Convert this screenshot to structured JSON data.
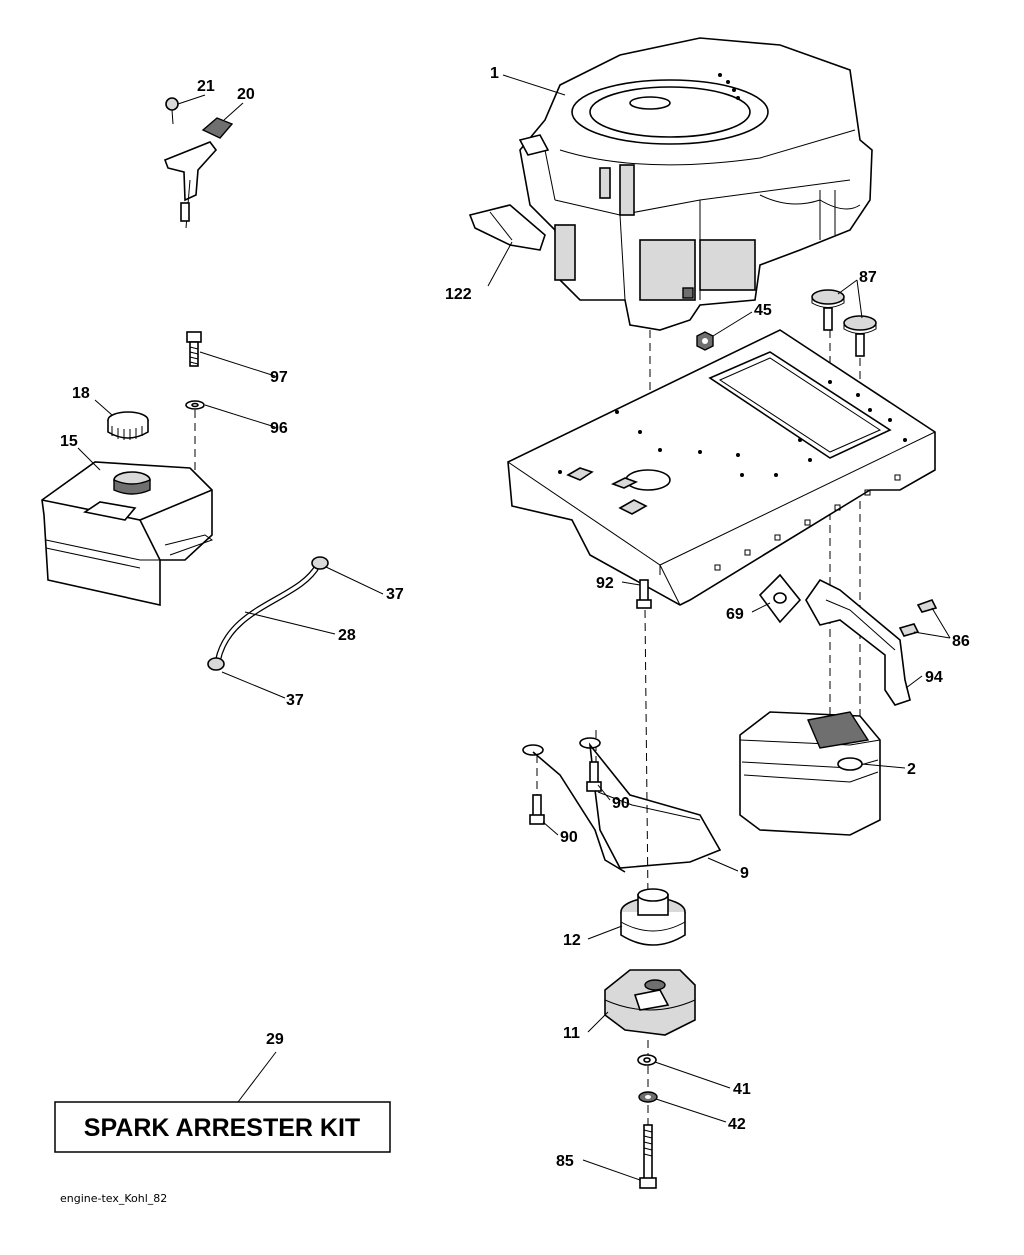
{
  "diagram": {
    "callouts": {
      "c1": "1",
      "c2": "2",
      "c9": "9",
      "c11": "11",
      "c12": "12",
      "c15": "15",
      "c18": "18",
      "c20": "20",
      "c21": "21",
      "c28": "28",
      "c29": "29",
      "c37a": "37",
      "c37b": "37",
      "c41": "41",
      "c42": "42",
      "c45": "45",
      "c69": "69",
      "c85": "85",
      "c86": "86",
      "c87": "87",
      "c90a": "90",
      "c90b": "90",
      "c92": "92",
      "c94": "94",
      "c96": "96",
      "c97": "97",
      "c122": "122"
    },
    "kit_label": "SPARK ARRESTER KIT",
    "footer_code": "engine-tex_Kohl_82"
  }
}
